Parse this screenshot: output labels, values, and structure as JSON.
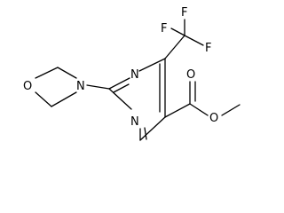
{
  "molecule": {
    "atoms": {
      "F_top": "F",
      "F_left": "F",
      "F_right": "F",
      "N_ring_upper": "N",
      "N_ring_lower": "N",
      "N_morpholine": "N",
      "O_morpholine": "O",
      "O_carbonyl": "O",
      "O_ester": "O"
    }
  }
}
